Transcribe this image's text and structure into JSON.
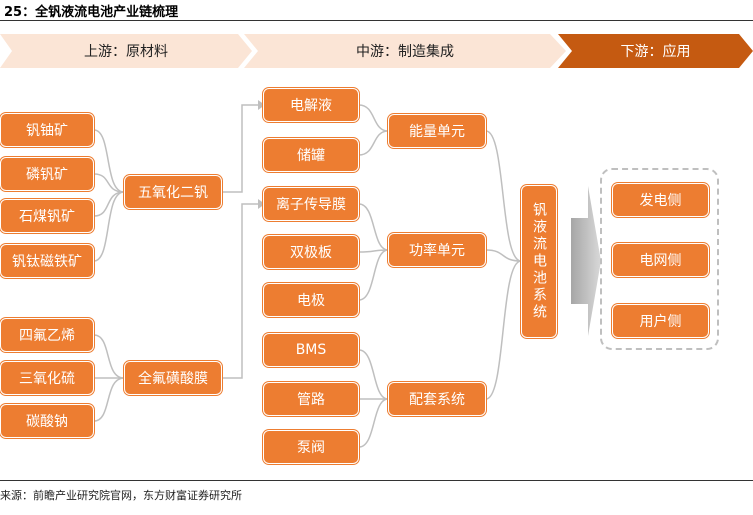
{
  "figure_title": "25：全钒液流电池产业链梳理",
  "stages": {
    "upstream": "上游：原材料",
    "midstream": "中游：制造集成",
    "downstream": "下游：应用"
  },
  "raw_materials": [
    "钒铀矿",
    "磷钒矿",
    "石煤钒矿",
    "钒钛磁铁矿",
    "四氟乙烯",
    "三氧化硫",
    "碳酸钠"
  ],
  "materials": [
    "五氧化二钒",
    "全氟磺酸膜"
  ],
  "components": [
    "电解液",
    "储罐",
    "离子传导膜",
    "双极板",
    "电极",
    "BMS",
    "管路",
    "泵阀"
  ],
  "units": [
    "能量单元",
    "功率单元",
    "配套系统"
  ],
  "system": "钒液流电池系统",
  "applications": [
    "发电侧",
    "电网侧",
    "用户侧"
  ],
  "source": "来源：前瞻产业研究院官网，东方财富证券研究所",
  "colors": {
    "box": "#ed7d31",
    "stage_light": "#fbe5d6",
    "stage_dark": "#c55a11",
    "connector": "#bfbfbf"
  }
}
